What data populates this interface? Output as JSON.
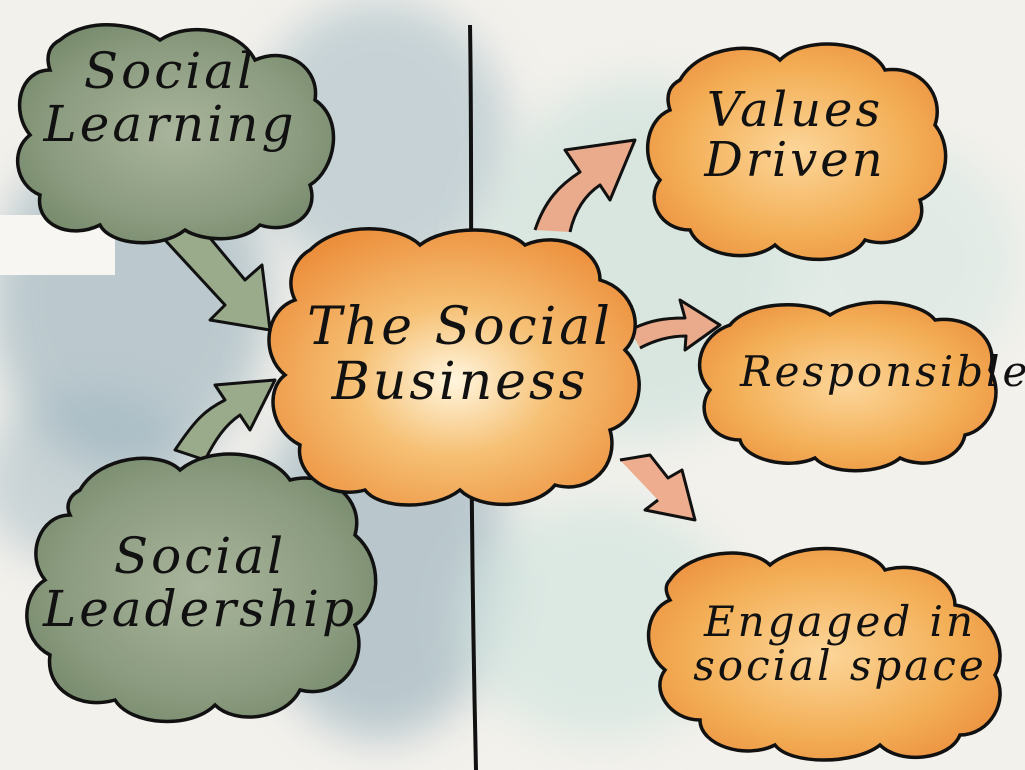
{
  "diagram": {
    "left_nodes": [
      {
        "id": "social-learning",
        "lines": [
          "Social",
          "Learning"
        ]
      },
      {
        "id": "social-leadership",
        "lines": [
          "Social",
          "Leadership"
        ]
      }
    ],
    "center_node": {
      "id": "social-business",
      "lines": [
        "The Social",
        "Business"
      ]
    },
    "right_nodes": [
      {
        "id": "values-driven",
        "lines": [
          "Values",
          "Driven"
        ]
      },
      {
        "id": "responsible",
        "lines": [
          "Responsible"
        ]
      },
      {
        "id": "engaged",
        "lines": [
          "Engaged in",
          "social space"
        ]
      }
    ],
    "colors": {
      "green_cloud": "#8a9a7c",
      "orange_cloud": "#f0a64a",
      "orange_edge": "#e7823e",
      "arrow_green": "#9aab8c",
      "arrow_orange": "#ee9770",
      "blue_wash": "#8ea9b6",
      "teal_wash": "#cfe2dc",
      "ink": "#111111"
    }
  }
}
